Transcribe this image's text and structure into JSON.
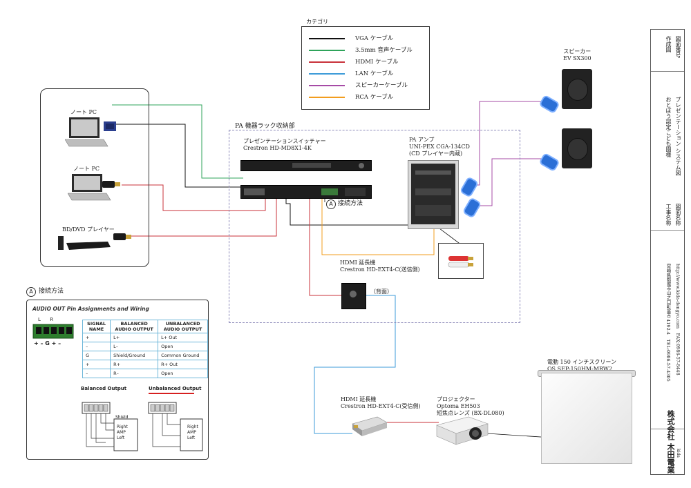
{
  "legend": {
    "title": "カテゴリ",
    "items": [
      {
        "label": "VGA ケーブル",
        "color": "#111111"
      },
      {
        "label": "3.5mm 音声ケーブル",
        "color": "#2ea35a"
      },
      {
        "label": "HDMI ケーブル",
        "color": "#c8313a"
      },
      {
        "label": "LAN ケーブル",
        "color": "#3d9bd8"
      },
      {
        "label": "スピーカーケーブル",
        "color": "#a64ba6"
      },
      {
        "label": "RCA ケーブル",
        "color": "#f29d1e"
      }
    ]
  },
  "sources": {
    "laptop1": "ノート PC",
    "laptop2": "ノート PC",
    "player": "BD/DVD プレイヤー"
  },
  "rack": {
    "label": "PA 機器ラック収納部",
    "switcher_line1": "プレゼンテーションスイッチャー",
    "switcher_line2": "Crestron HD-MD8X1-4K",
    "amp_line1": "PA アンプ",
    "amp_line2": "UNI-PEX CGA-134CD",
    "amp_line3": "(CD プレイヤー内蔵)",
    "conn_mark": "A",
    "conn_label": "接続方法",
    "ext_tx_line1": "HDMI 延長機",
    "ext_tx_line2": "Crestron HD-EXT4-C(送信側)",
    "back_label": "（背面）"
  },
  "speakers": {
    "line1": "スピーカー",
    "line2": "EV SX300"
  },
  "receiver": {
    "line1": "HDMI 延長機",
    "line2": "Crestron HD-EXT4-C(受信側)"
  },
  "projector": {
    "line1": "プロジェクター",
    "line2": "Optoma EH503",
    "line3": "短焦点レンズ (BX-DL080)"
  },
  "screen": {
    "line1": "電動 150 インチスクリーン",
    "line2": "OS SEP-150HM-MRW2"
  },
  "audio_panel": {
    "mark": "A",
    "heading": "接続方法",
    "title": "AUDIO OUT Pin Assignments and Wiring",
    "lr": "L      R",
    "pins": "+ – G + –",
    "headers": [
      "SIGNAL NAME",
      "BALANCED AUDIO OUTPUT",
      "UNBALANCED AUDIO OUTPUT"
    ],
    "rows": [
      [
        "+",
        "L+",
        "L+ Out"
      ],
      [
        "–",
        "L–",
        "Open"
      ],
      [
        "G",
        "Shield/Ground",
        "Common Ground"
      ],
      [
        "+",
        "R+",
        "R+ Out"
      ],
      [
        "–",
        "R–",
        "Open"
      ]
    ],
    "balanced_title": "Balanced Output",
    "unbalanced_title": "Unbalanced Output",
    "shield": "Shield",
    "amp_right": "Right",
    "amp_amp": "AMP",
    "amp_left": "Left",
    "unbalanced_underline_color": "#d62020"
  },
  "title_block": {
    "sakuzu": "作成図",
    "zumen_bango": "図面番号",
    "kouji_label": "工事名称",
    "kouji_value": "おとぼう認定こども園様",
    "zumen_label": "図面名称",
    "zumen_value": "プレゼンテーション システム図",
    "address": "宮崎県都城市山之口町富吉 4192-4　TEL:0986-57-4305",
    "web": "http://www.kida-dengyo.com　FAX:0986-57-8448",
    "company": "株式会社 木田電業",
    "logo_text": "kida"
  }
}
